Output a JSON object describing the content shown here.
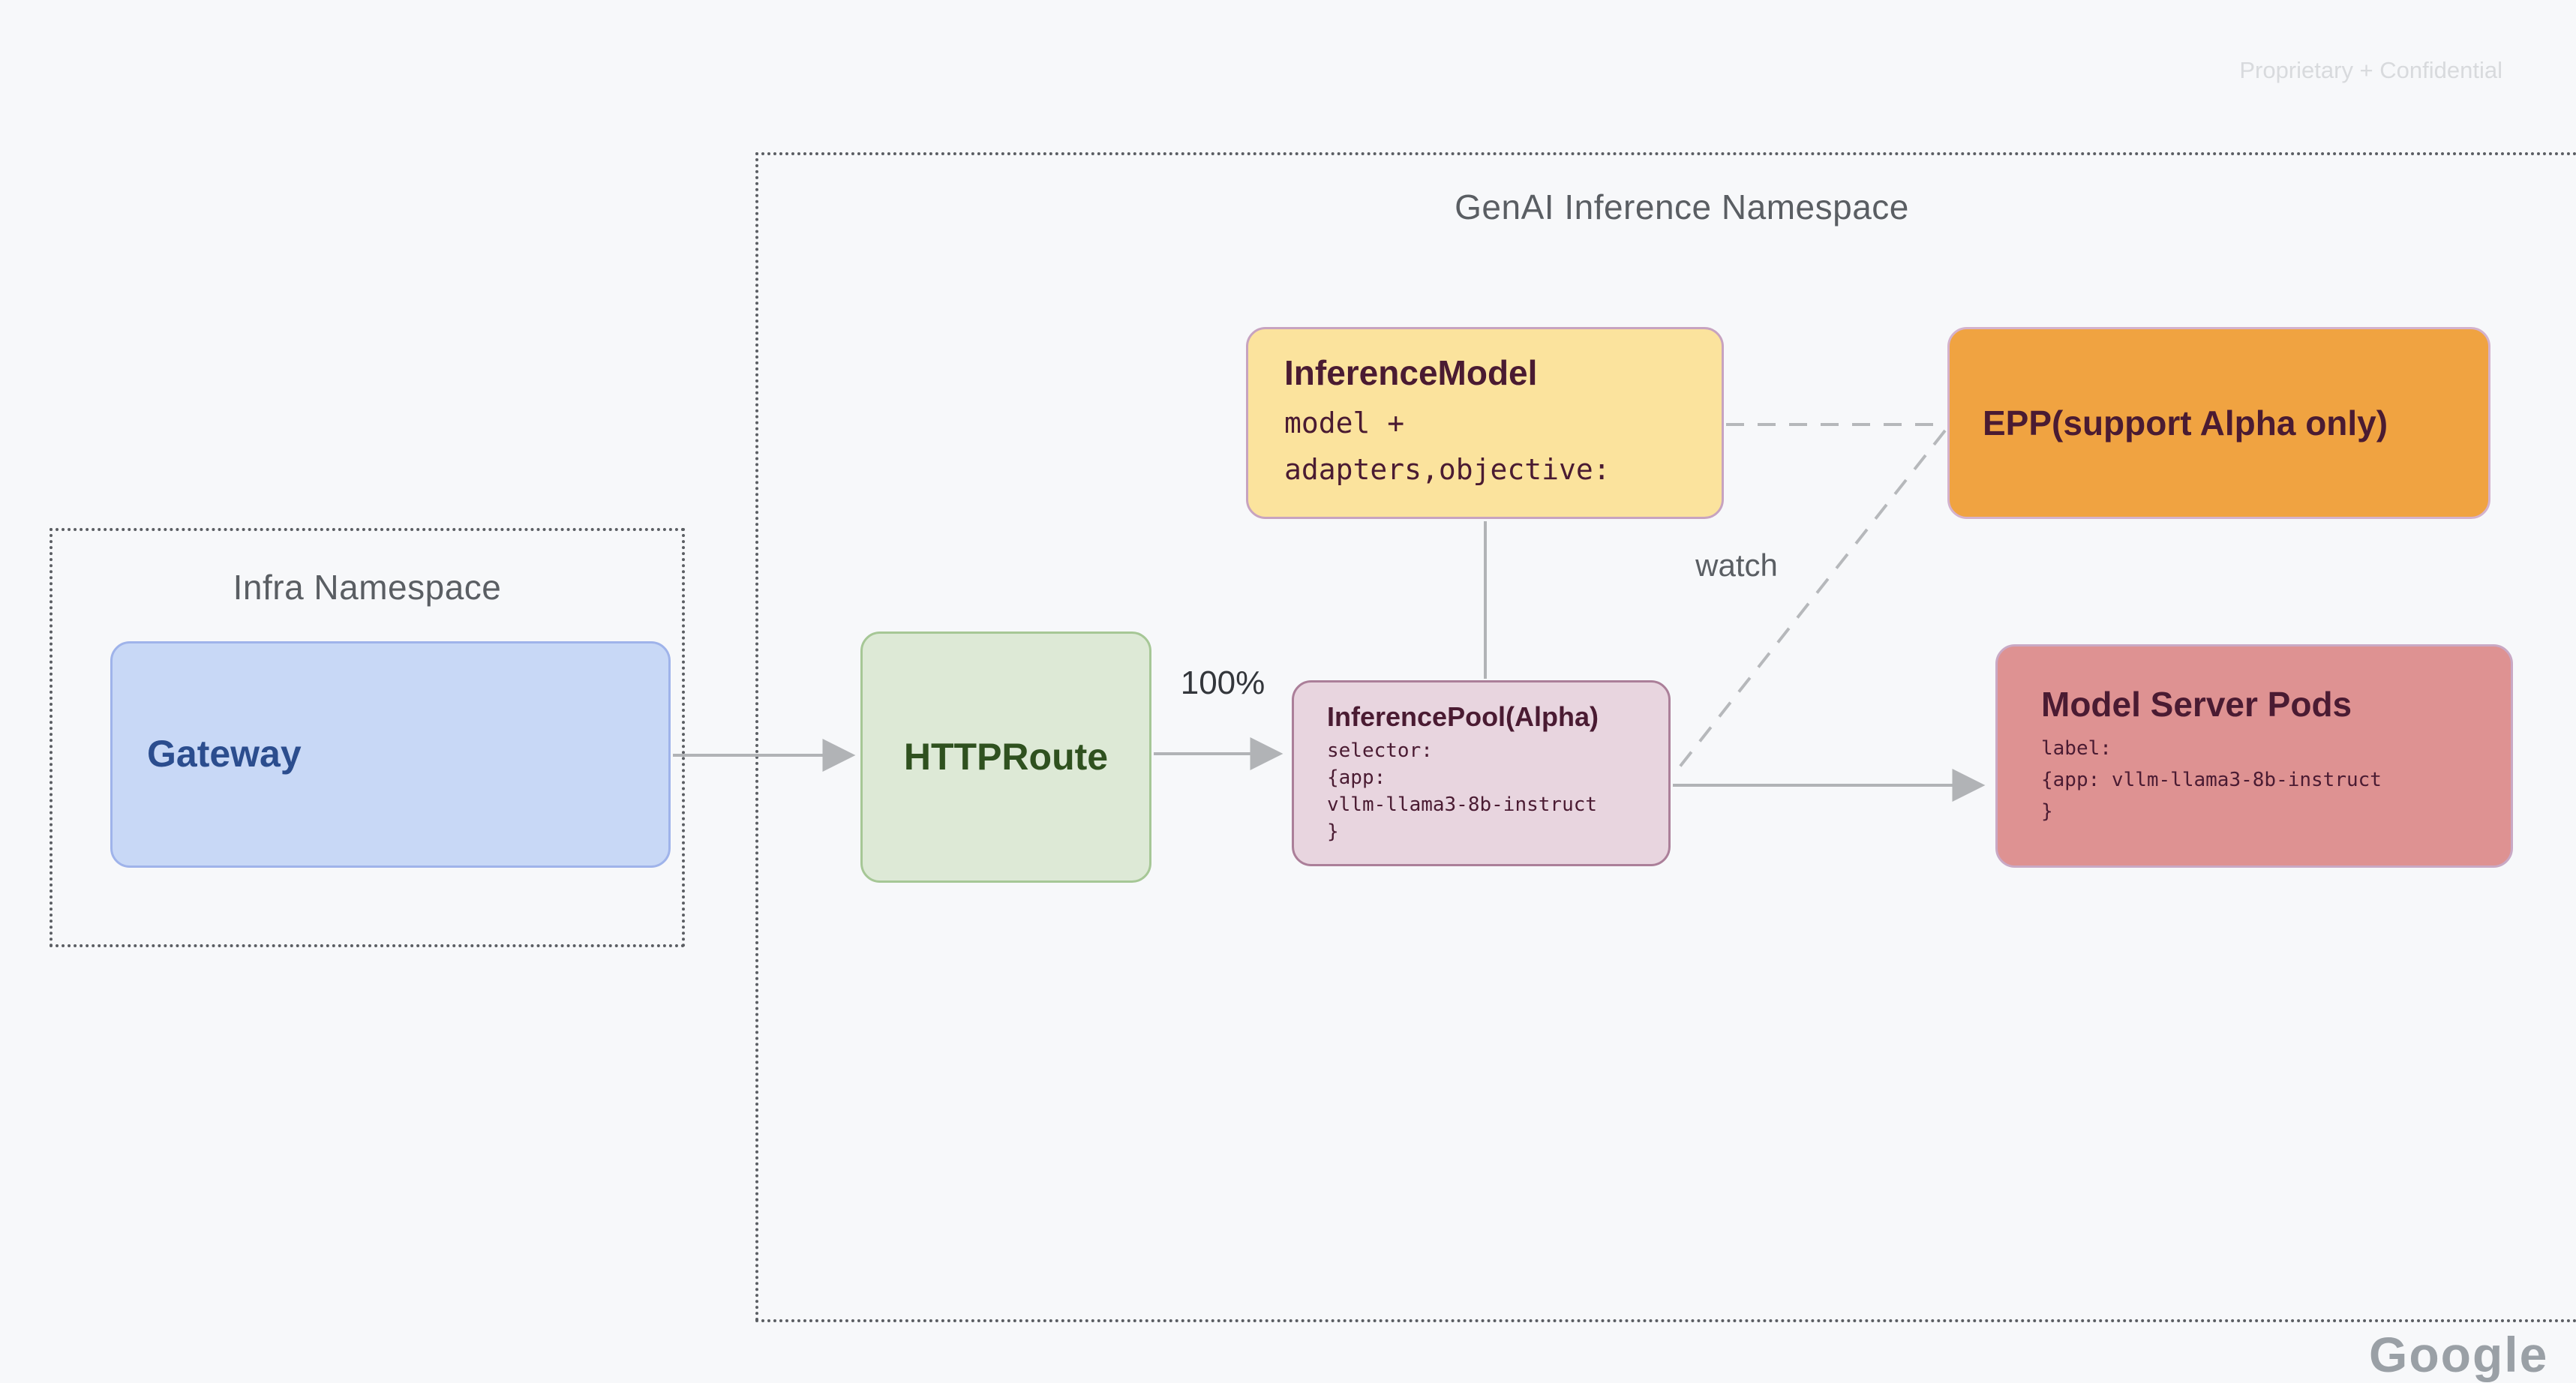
{
  "page": {
    "watermark": "Proprietary + Confidential",
    "partial_logo_text": "Google",
    "background_color": "#f7f8fa"
  },
  "namespaces": {
    "infra": {
      "title": "Infra Namespace"
    },
    "genai": {
      "title": "GenAI Inference Namespace"
    }
  },
  "nodes": {
    "gateway": {
      "title": "Gateway",
      "fill": "#c8d8f6",
      "border": "#9fb3ea"
    },
    "httproute": {
      "title": "HTTPRoute",
      "fill": "#dde9d6",
      "border": "#a6c796"
    },
    "inference_model": {
      "title": "InferenceModel",
      "body": "model +\nadapters,objective:",
      "fill": "#fbe39d",
      "border": "#c7a3c0"
    },
    "epp": {
      "title": "EPP(support Alpha only)",
      "fill": "#f0a341",
      "border": "#d4b2cc"
    },
    "inference_pool": {
      "title": "InferencePool(Alpha)",
      "body": "selector:\n{app:\nvllm-llama3-8b-instruct\n}",
      "fill": "#e8d5df",
      "border": "#ab7f99"
    },
    "model_server_pods": {
      "title": "Model Server Pods",
      "body": "label:\n{app: vllm-llama3-8b-instruct\n}",
      "fill": "#de9292",
      "border": "#c9a9c5"
    }
  },
  "labels": {
    "route_weight": "100%",
    "watch": "watch"
  },
  "edges": {
    "gateway_to_httproute": "solid-arrow",
    "httproute_to_inference_pool": "solid-arrow-100%",
    "inference_model_to_inference_pool": "solid-line",
    "inference_model_to_epp": "dashed-line",
    "epp_to_inference_pool": "dashed-line-watch",
    "inference_pool_to_model_server_pods": "solid-arrow"
  },
  "colors": {
    "line_gray": "#b1b3b6",
    "dash_gray": "#b6b8bb",
    "dotted_border": "#5b5e63",
    "title_maroon": "#4a1b32",
    "namespace_text": "#5a5e63"
  }
}
